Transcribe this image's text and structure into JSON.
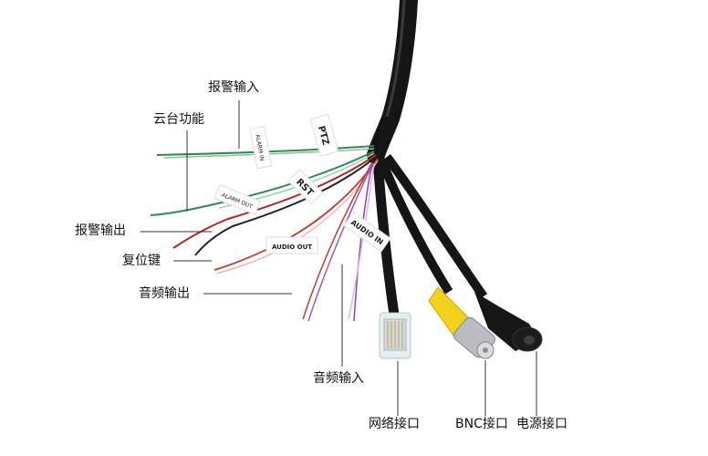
{
  "labels": {
    "alarm_in": "报警输入",
    "ptz": "云台功能",
    "alarm_out": "报警输出",
    "reset": "复位键",
    "audio_out": "音频输出",
    "audio_in": "音频输入",
    "network": "网络接口",
    "bnc": "BNC接口",
    "power": "电源接口"
  },
  "tags": {
    "ptz": "PTZ",
    "rst": "RST",
    "alarm_in": "ALARM IN",
    "alarm_out": "ALARM OUT",
    "audio_out": "AUDIO OUT",
    "audio_in": "AUDIO IN"
  }
}
